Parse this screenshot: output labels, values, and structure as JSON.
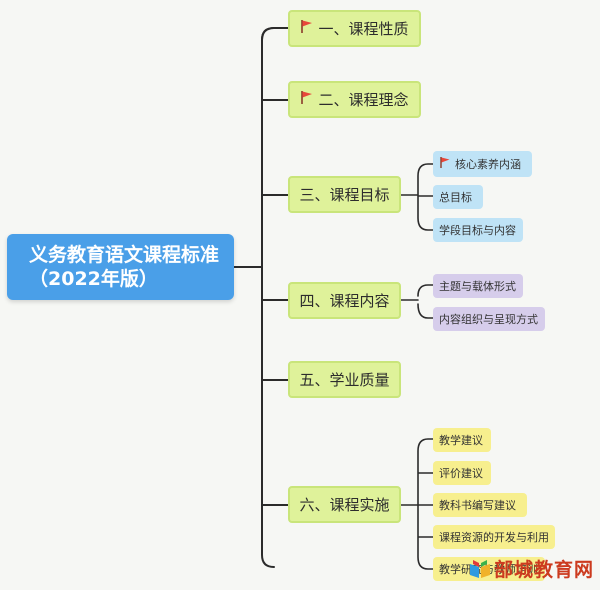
{
  "root": {
    "line1": "义务教育语文课程标准",
    "line2": "（2022年版）"
  },
  "sections": [
    {
      "label": "一、课程性质",
      "flag": true
    },
    {
      "label": "二、课程理念",
      "flag": true
    },
    {
      "label": "三、课程目标",
      "flag": false
    },
    {
      "label": "四、课程内容",
      "flag": false
    },
    {
      "label": "五、学业质量",
      "flag": false
    },
    {
      "label": "六、课程实施",
      "flag": false
    }
  ],
  "subtopics": {
    "goals": [
      {
        "label": "核心素养内涵",
        "flag": true
      },
      {
        "label": "总目标",
        "flag": false
      },
      {
        "label": "学段目标与内容",
        "flag": false
      }
    ],
    "content": [
      {
        "label": "主题与载体形式"
      },
      {
        "label": "内容组织与呈现方式"
      }
    ],
    "implementation": [
      {
        "label": "教学建议"
      },
      {
        "label": "评价建议"
      },
      {
        "label": "教科书编写建议"
      },
      {
        "label": "课程资源的开发与利用"
      },
      {
        "label": "教学研究与教师培训"
      }
    ]
  },
  "colors": {
    "root": "#4a9fe8",
    "section": "#dff29a",
    "goals": "#bfe3f6",
    "content": "#d6cdeb",
    "implementation": "#f7ef8e",
    "connector": "#2b2b2b",
    "flag": "#e8473a"
  },
  "watermark": {
    "text": "部城教育网",
    "logo": "colorful-book-logo"
  }
}
